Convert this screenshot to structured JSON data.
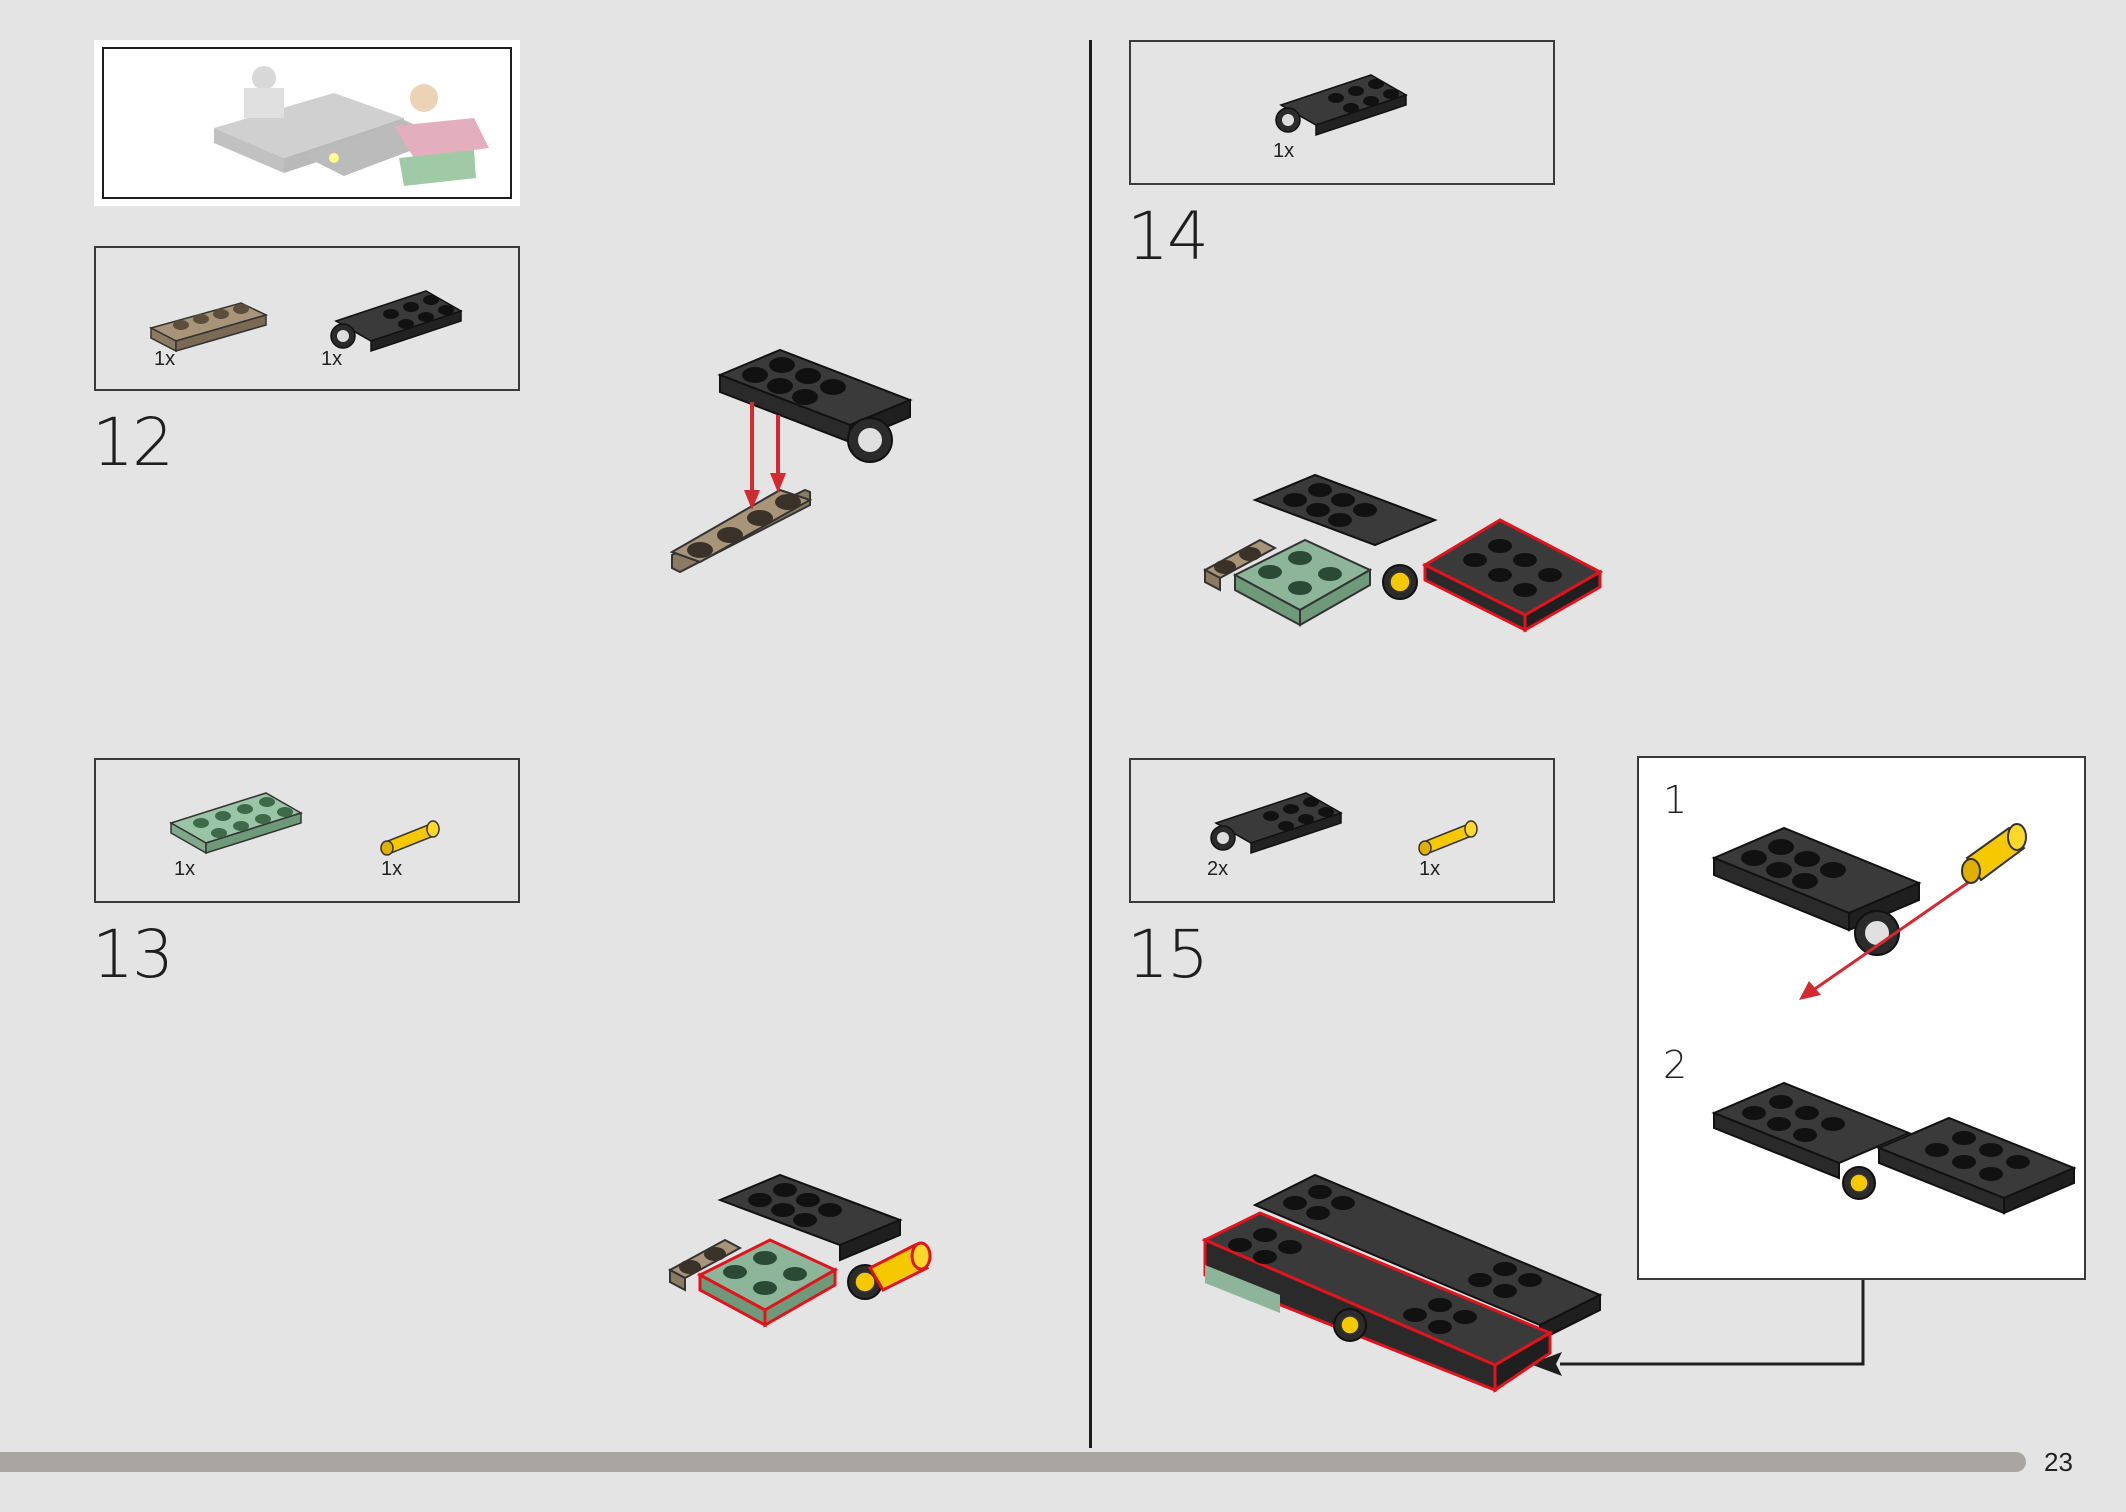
{
  "page_number": "23",
  "steps": [
    {
      "number": "12",
      "parts": [
        {
          "qty": "1x",
          "part": "tan-plate-1x4"
        },
        {
          "qty": "1x",
          "part": "black-plate-hinge"
        }
      ]
    },
    {
      "number": "13",
      "parts": [
        {
          "qty": "1x",
          "part": "sand-green-plate-2x4"
        },
        {
          "qty": "1x",
          "part": "yellow-pin"
        }
      ]
    },
    {
      "number": "14",
      "parts": [
        {
          "qty": "1x",
          "part": "black-plate-hinge"
        }
      ]
    },
    {
      "number": "15",
      "parts": [
        {
          "qty": "2x",
          "part": "black-plate-hinge"
        },
        {
          "qty": "1x",
          "part": "yellow-pin"
        }
      ],
      "substeps": [
        "1",
        "2"
      ]
    }
  ],
  "colors": {
    "background": "#e4e4e4",
    "black_brick": "#2b2b2b",
    "tan_brick": "#8c7b63",
    "sand_green": "#8db59a",
    "yellow": "#f5c800",
    "highlight_red": "#e0141e",
    "arrow_red": "#d22a30"
  }
}
